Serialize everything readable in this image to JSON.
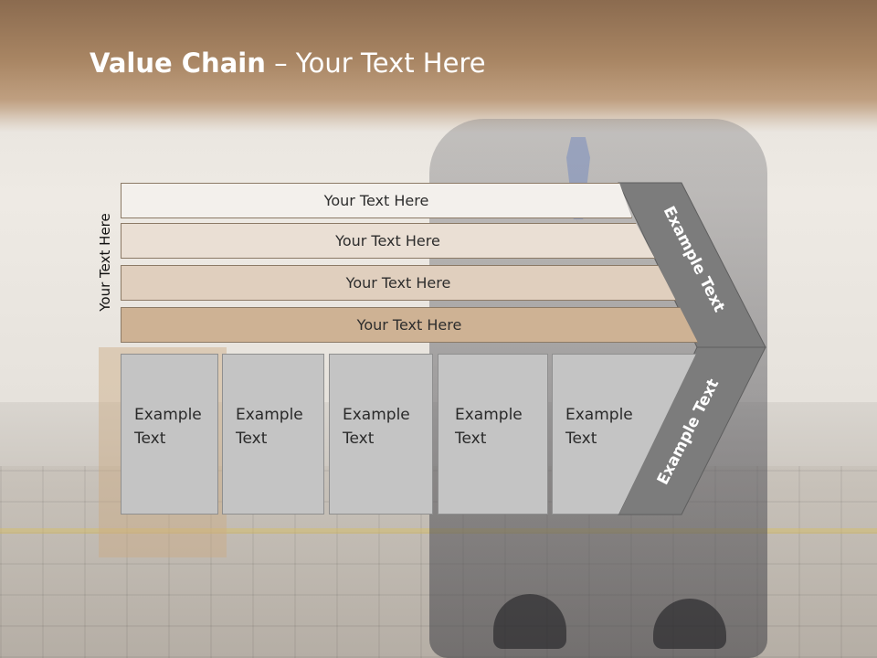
{
  "title": {
    "bold": "Value Chain",
    "rest": " – Your Text Here"
  },
  "side_label": "Your Text Here",
  "bars": [
    {
      "label": "Your Text Here",
      "color": "#f3f0ec"
    },
    {
      "label": "Your Text Here",
      "color": "#eadfd4"
    },
    {
      "label": "Your Text Here",
      "color": "#e0cfbe"
    },
    {
      "label": "Your Text Here",
      "color": "#ceb294"
    }
  ],
  "boxes": [
    {
      "line1": "Example",
      "line2": "Text"
    },
    {
      "line1": "Example",
      "line2": "Text"
    },
    {
      "line1": "Example",
      "line2": "Text"
    },
    {
      "line1": "Example",
      "line2": "Text"
    },
    {
      "line1": "Example",
      "line2": "Text"
    }
  ],
  "chevron": {
    "upper_label": "Example Text",
    "lower_label": "Example Text",
    "color": "#7c7c7c"
  }
}
